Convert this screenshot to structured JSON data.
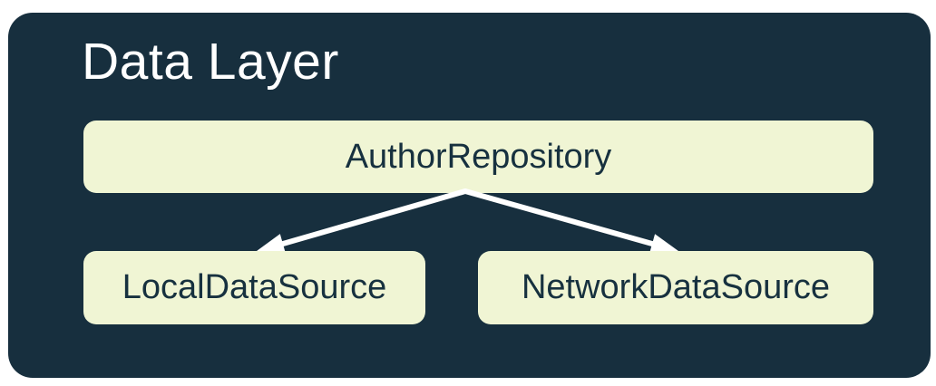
{
  "diagram": {
    "title": "Data Layer",
    "nodes": [
      {
        "id": "author-repository",
        "label": "AuthorRepository"
      },
      {
        "id": "local-data-source",
        "label": "LocalDataSource"
      },
      {
        "id": "network-data-source",
        "label": "NetworkDataSource"
      }
    ],
    "edges": [
      {
        "from": "AuthorRepository",
        "to": "LocalDataSource",
        "style": "arrow"
      },
      {
        "from": "AuthorRepository",
        "to": "NetworkDataSource",
        "style": "arrow"
      }
    ],
    "colors": {
      "page_background": "#ffffff",
      "panel_background": "#172f3e",
      "node_background": "#f0f5d4",
      "node_text": "#17313f",
      "title_text": "#ffffff",
      "arrow": "#ffffff"
    }
  }
}
